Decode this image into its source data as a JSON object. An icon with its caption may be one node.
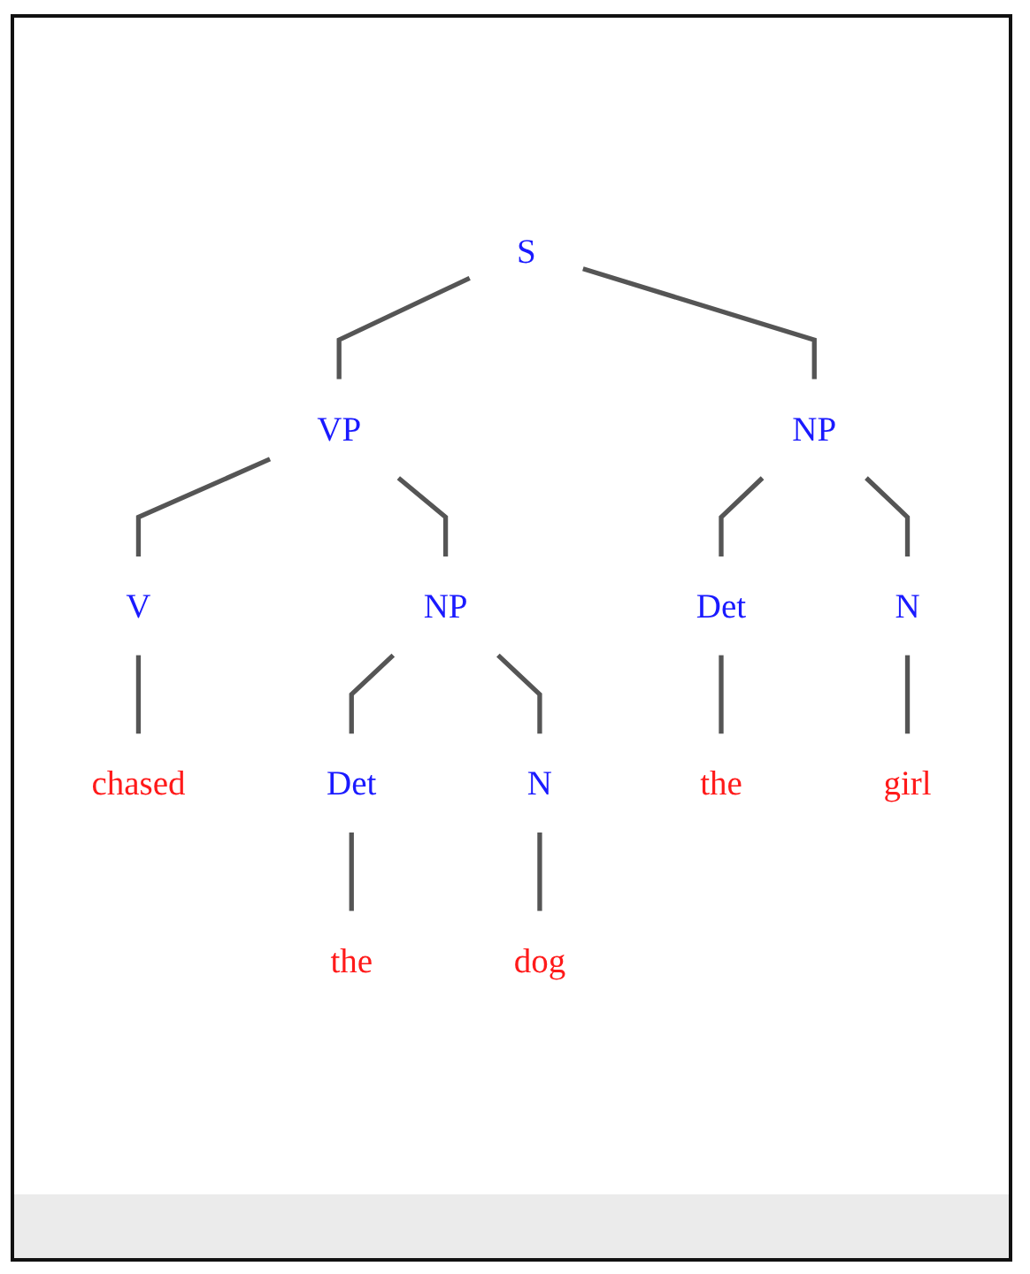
{
  "diagram": {
    "nodes": [
      {
        "text": [
          "S"
        ]
      },
      {
        "text": [
          "NP"
        ]
      },
      {
        "text": [
          "VP"
        ]
      },
      {
        "text": [
          "V"
        ]
      },
      {
        "text": [
          "NP"
        ]
      },
      {
        "text": [
          "Det"
        ]
      },
      {
        "text": [
          "N"
        ]
      },
      {
        "text": [
          "chased"
        ]
      },
      {
        "text": [
          "Det"
        ]
      },
      {
        "text": [
          "N"
        ]
      },
      {
        "text": [
          "the"
        ]
      },
      {
        "text": [
          "girl"
        ]
      },
      {
        "text": [
          "the"
        ]
      },
      {
        "text": [
          "dog"
        ]
      }
    ],
    "edges": [
      {
        "from": 0,
        "to": 1,
        "arrow": "none"
      },
      {
        "from": 0,
        "to": 2,
        "arrow": "none"
      },
      {
        "from": 1,
        "to": 5,
        "arrow": "none"
      },
      {
        "from": 1,
        "to": 6,
        "arrow": "none"
      },
      {
        "from": 2,
        "to": 3,
        "arrow": "none"
      },
      {
        "from": 2,
        "to": 4,
        "arrow": "none"
      },
      {
        "from": 3,
        "to": 7,
        "arrow": "none"
      },
      {
        "from": 4,
        "to": 8,
        "arrow": "none"
      },
      {
        "from": 4,
        "to": 9,
        "arrow": "none"
      },
      {
        "from": 5,
        "to": 10,
        "arrow": "none"
      },
      {
        "from": 6,
        "to": 11,
        "arrow": "none"
      },
      {
        "from": 8,
        "to": 12,
        "arrow": "none"
      },
      {
        "from": 9,
        "to": 13,
        "arrow": "none"
      }
    ]
  }
}
